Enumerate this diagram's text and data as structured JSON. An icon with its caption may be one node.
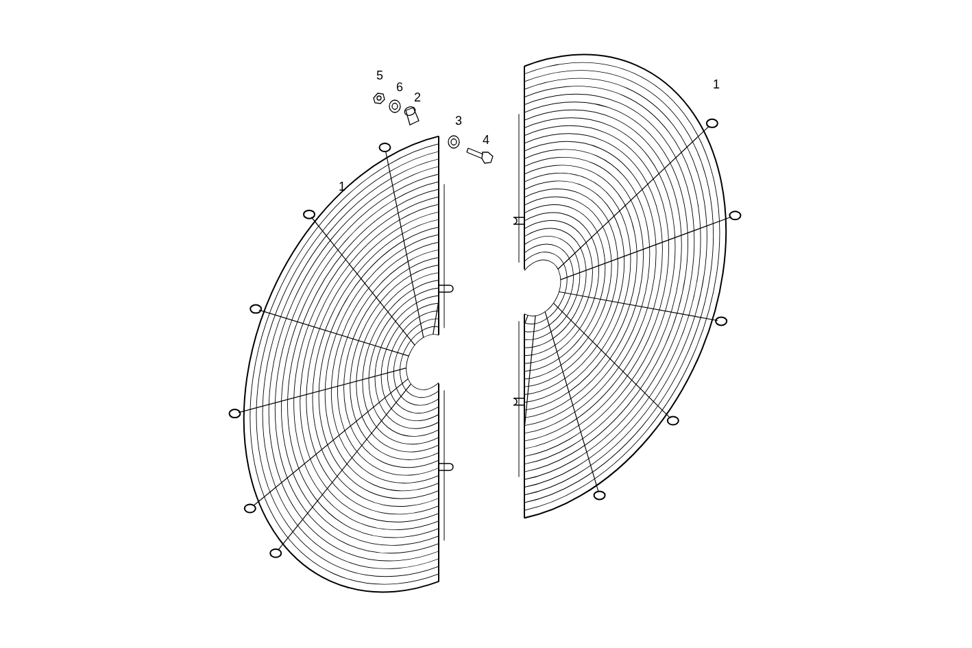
{
  "diagram": {
    "labels": [
      "5",
      "1",
      "6",
      "2",
      "3",
      "4",
      "1"
    ]
  }
}
